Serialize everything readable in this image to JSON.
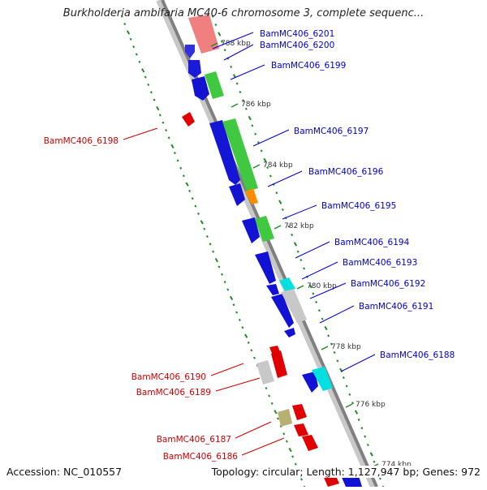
{
  "title": "Burkholderia ambifaria MC40-6 chromosome 3, complete sequenc...",
  "footer": {
    "accession": "Accession: NC_010557",
    "summary": "Topology: circular; Length: 1,127,947 bp; Genes: 972"
  },
  "colors": {
    "forward_label": "#0000cc",
    "reverse_label": "#cc0000",
    "backbone": "#808080",
    "gc_ticks": "#228b22"
  },
  "scale_labels": [
    "788 kbp",
    "786 kbp",
    "784 kbp",
    "782 kbp",
    "780 kbp",
    "778 kbp",
    "776 kbp",
    "774 kbp"
  ],
  "forward_labels": [
    "BamMC406_6201",
    "BamMC406_6200",
    "BamMC406_6199",
    "BamMC406_6197",
    "BamMC406_6196",
    "BamMC406_6195",
    "BamMC406_6194",
    "BamMC406_6193",
    "BamMC406_6192",
    "BamMC406_6191",
    "BamMC406_6188"
  ],
  "reverse_labels": [
    "BamMC406_6198",
    "BamMC406_6190",
    "BamMC406_6189",
    "BamMC406_6187",
    "BamMC406_6186"
  ]
}
